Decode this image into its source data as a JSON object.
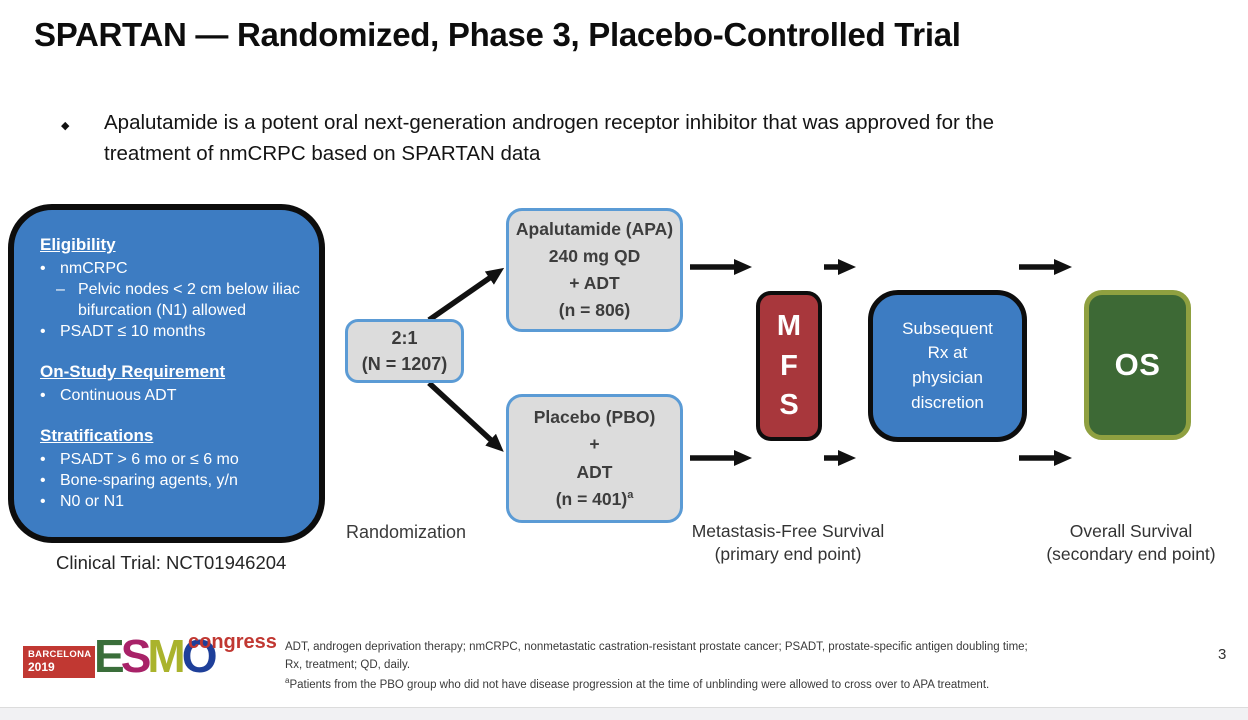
{
  "colors": {
    "box_blue": "#3d7cc2",
    "gray_box_fill": "#dcdcdc",
    "gray_box_border": "#5b9bd5",
    "mfs_red": "#a8373c",
    "os_green": "#3d6935",
    "os_border": "#8fa040",
    "arrow_black": "#111111",
    "logo_red": "#c13832",
    "esmo_e_green": "#3a6e3a",
    "esmo_s_magenta": "#a82268",
    "esmo_m_olive": "#aab32c",
    "esmo_o_blue": "#1e3f99"
  },
  "header": {
    "title": "SPARTAN — Randomized, Phase 3, Placebo-Controlled Trial"
  },
  "intro_bullet": {
    "marker": "◆",
    "text": "Apalutamide is a potent oral next-generation androgen receptor inhibitor that was approved for the treatment of nmCRPC based on SPARTAN data"
  },
  "eligibility_box": {
    "sections": [
      {
        "heading": "Eligibility",
        "items": [
          {
            "marker": "•",
            "text": "nmCRPC"
          },
          {
            "marker": "–",
            "text": "Pelvic nodes < 2 cm below iliac bifurcation (N1) allowed"
          },
          {
            "marker": "•",
            "text": "PSADT ≤ 10 months"
          }
        ]
      },
      {
        "heading": "On-Study Requirement",
        "items": [
          {
            "marker": "•",
            "text": "Continuous ADT"
          }
        ]
      },
      {
        "heading": "Stratifications",
        "items": [
          {
            "marker": "•",
            "text": "PSADT > 6 mo or ≤ 6 mo"
          },
          {
            "marker": "•",
            "text": "Bone-sparing agents, y/n"
          },
          {
            "marker": "•",
            "text": "N0 or N1"
          }
        ]
      }
    ],
    "caption": "Clinical Trial: NCT01946204"
  },
  "randomization": {
    "ratio": "2:1",
    "n_total": "(N = 1207)",
    "label": "Randomization"
  },
  "arms": {
    "apa": {
      "lines": [
        "Apalutamide (APA)",
        "240 mg QD",
        "+ ADT",
        "(n = 806)"
      ]
    },
    "pbo": {
      "lines": [
        "Placebo (PBO)",
        "+",
        "ADT"
      ],
      "n_line": "(n = 401)",
      "n_sup": "a"
    }
  },
  "endpoints": {
    "mfs": {
      "letters": [
        "M",
        "F",
        "S"
      ],
      "caption_line1": "Metastasis-Free Survival",
      "caption_line2": "(primary end point)"
    },
    "subsequent_rx": {
      "lines": [
        "Subsequent",
        "Rx at",
        "physician",
        "discretion"
      ]
    },
    "os": {
      "label": "OS",
      "caption_line1": "Overall Survival",
      "caption_line2": "(secondary end point)"
    }
  },
  "footer": {
    "logo": {
      "city": "BARCELONA",
      "year": "2019",
      "esmo": [
        "E",
        "S",
        "M",
        "O"
      ],
      "congress": "congress"
    },
    "footnote_lines": [
      "ADT, androgen deprivation therapy; nmCRPC, nonmetastatic castration-resistant prostate cancer; PSADT, prostate-specific antigen doubling time;",
      "Rx, treatment; QD, daily."
    ],
    "footnote3_sup": "a",
    "footnote3_text": "Patients from the PBO group who did not have disease progression at the time of unblinding were allowed to cross over to APA treatment.",
    "page_number": "3"
  }
}
